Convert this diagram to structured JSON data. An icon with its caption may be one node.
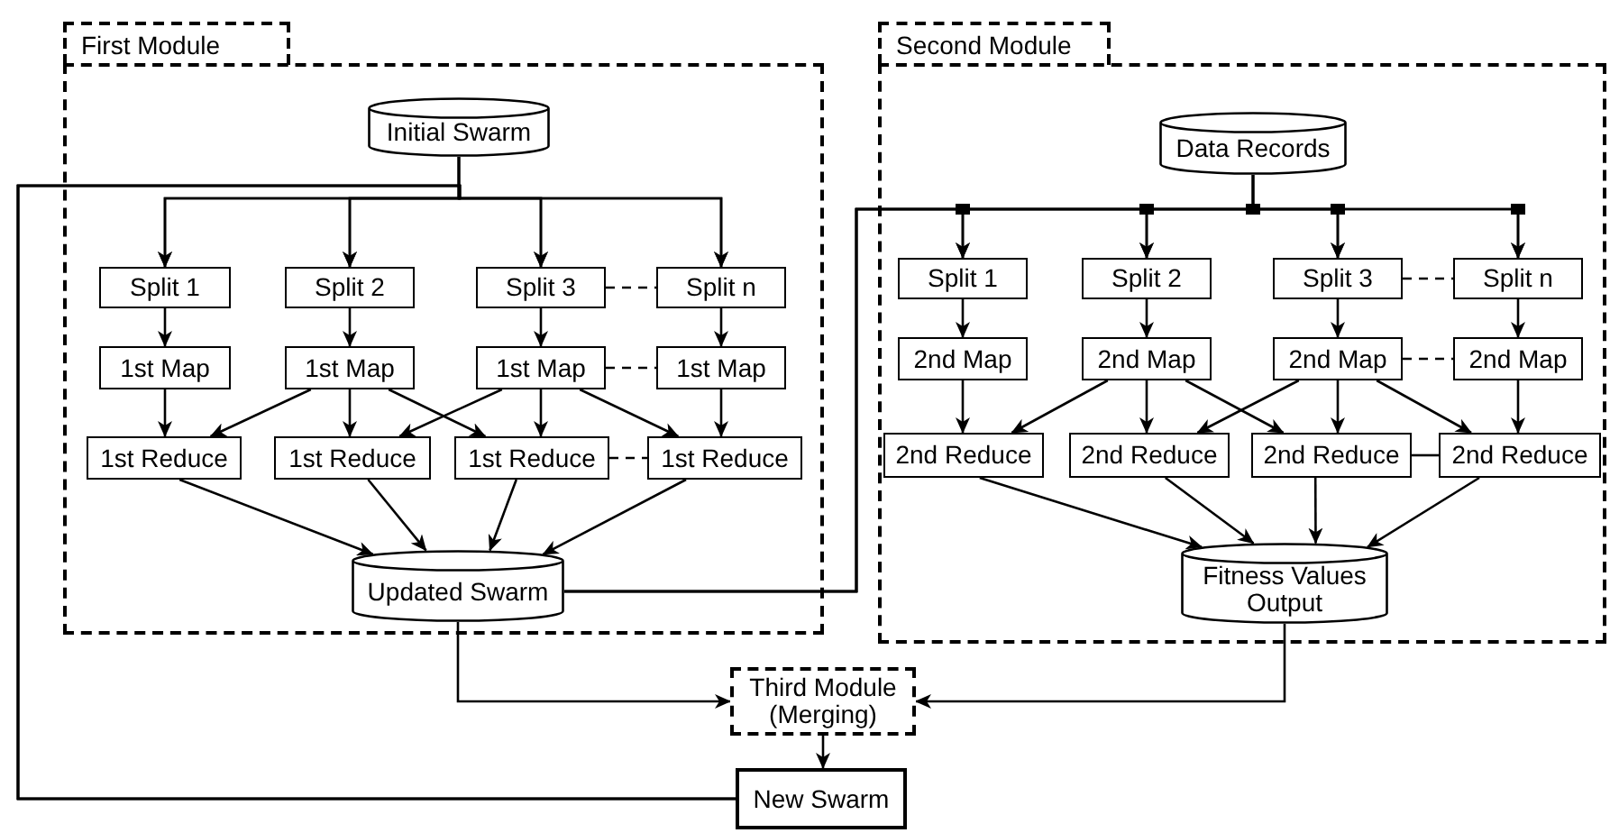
{
  "diagram": {
    "nodes": [
      {
        "text": [
          "First Module"
        ]
      },
      {
        "text": [
          "Initial Swarm"
        ],
        "in": 0
      },
      {
        "text": [
          "Split 1"
        ],
        "in": 0
      },
      {
        "text": [
          "Split 2"
        ],
        "in": 0
      },
      {
        "text": [
          "Split 3"
        ],
        "in": 0
      },
      {
        "text": [
          "Split n"
        ],
        "in": 0
      },
      {
        "text": [
          "1st Map"
        ],
        "in": 0
      },
      {
        "text": [
          "1st Map"
        ],
        "in": 0
      },
      {
        "text": [
          "1st Map"
        ],
        "in": 0
      },
      {
        "text": [
          "1st Map"
        ],
        "in": 0
      },
      {
        "text": [
          "1st Reduce"
        ],
        "in": 0
      },
      {
        "text": [
          "1st Reduce"
        ],
        "in": 0
      },
      {
        "text": [
          "1st Reduce"
        ],
        "in": 0
      },
      {
        "text": [
          "1st Reduce"
        ],
        "in": 0
      },
      {
        "text": [
          "Updated Swarm"
        ],
        "in": 0
      },
      {
        "text": [
          "Second Module"
        ]
      },
      {
        "text": [
          "Data Records"
        ],
        "in": 15
      },
      {
        "text": [
          "Split 1"
        ],
        "in": 15
      },
      {
        "text": [
          "Split 2"
        ],
        "in": 15
      },
      {
        "text": [
          "Split 3"
        ],
        "in": 15
      },
      {
        "text": [
          "Split n"
        ],
        "in": 15
      },
      {
        "text": [
          "2nd Map"
        ],
        "in": 15
      },
      {
        "text": [
          "2nd Map"
        ],
        "in": 15
      },
      {
        "text": [
          "2nd Map"
        ],
        "in": 15
      },
      {
        "text": [
          "2nd Map"
        ],
        "in": 15
      },
      {
        "text": [
          "2nd Reduce"
        ],
        "in": 15
      },
      {
        "text": [
          "2nd Reduce"
        ],
        "in": 15
      },
      {
        "text": [
          "2nd Reduce"
        ],
        "in": 15
      },
      {
        "text": [
          "2nd Reduce"
        ],
        "in": 15
      },
      {
        "text": [
          "Fitness Values Output"
        ],
        "in": 15
      },
      {
        "text": [
          "Third Module (Merging)"
        ]
      },
      {
        "text": [
          "New Swarm"
        ]
      }
    ],
    "edges": [
      {
        "from": 1,
        "to": 2,
        "arrow": "to"
      },
      {
        "from": 1,
        "to": 3,
        "arrow": "to"
      },
      {
        "from": 1,
        "to": 4,
        "arrow": "to"
      },
      {
        "from": 1,
        "to": 5,
        "arrow": "to"
      },
      {
        "from": 31,
        "to": 2,
        "arrow": "to"
      },
      {
        "from": 31,
        "to": 3,
        "arrow": "to"
      },
      {
        "from": 31,
        "to": 4,
        "arrow": "to"
      },
      {
        "from": 31,
        "to": 5,
        "arrow": "to"
      },
      {
        "from": 2,
        "to": 6,
        "arrow": "to"
      },
      {
        "from": 3,
        "to": 7,
        "arrow": "to"
      },
      {
        "from": 4,
        "to": 8,
        "arrow": "to"
      },
      {
        "from": 5,
        "to": 9,
        "arrow": "to"
      },
      {
        "from": 4,
        "to": 5,
        "arrow": "none",
        "style": "dashed"
      },
      {
        "from": 8,
        "to": 9,
        "arrow": "none",
        "style": "dashed"
      },
      {
        "from": 6,
        "to": 10,
        "arrow": "to"
      },
      {
        "from": 7,
        "to": 10,
        "arrow": "to"
      },
      {
        "from": 7,
        "to": 11,
        "arrow": "to"
      },
      {
        "from": 7,
        "to": 12,
        "arrow": "to"
      },
      {
        "from": 8,
        "to": 11,
        "arrow": "to"
      },
      {
        "from": 8,
        "to": 12,
        "arrow": "to"
      },
      {
        "from": 8,
        "to": 13,
        "arrow": "to"
      },
      {
        "from": 9,
        "to": 13,
        "arrow": "to"
      },
      {
        "from": 12,
        "to": 13,
        "arrow": "none",
        "style": "dashed"
      },
      {
        "from": 10,
        "to": 14,
        "arrow": "to"
      },
      {
        "from": 11,
        "to": 14,
        "arrow": "to"
      },
      {
        "from": 12,
        "to": 14,
        "arrow": "to"
      },
      {
        "from": 13,
        "to": 14,
        "arrow": "to"
      },
      {
        "from": 16,
        "to": 17,
        "arrow": "to"
      },
      {
        "from": 16,
        "to": 18,
        "arrow": "to"
      },
      {
        "from": 16,
        "to": 19,
        "arrow": "to"
      },
      {
        "from": 16,
        "to": 20,
        "arrow": "to"
      },
      {
        "from": 14,
        "to": 17,
        "arrow": "to"
      },
      {
        "from": 14,
        "to": 18,
        "arrow": "to"
      },
      {
        "from": 14,
        "to": 19,
        "arrow": "to"
      },
      {
        "from": 14,
        "to": 20,
        "arrow": "to"
      },
      {
        "from": 17,
        "to": 21,
        "arrow": "to"
      },
      {
        "from": 18,
        "to": 22,
        "arrow": "to"
      },
      {
        "from": 19,
        "to": 23,
        "arrow": "to"
      },
      {
        "from": 20,
        "to": 24,
        "arrow": "to"
      },
      {
        "from": 19,
        "to": 20,
        "arrow": "none",
        "style": "dashed"
      },
      {
        "from": 23,
        "to": 24,
        "arrow": "none",
        "style": "dashed"
      },
      {
        "from": 21,
        "to": 25,
        "arrow": "to"
      },
      {
        "from": 22,
        "to": 25,
        "arrow": "to"
      },
      {
        "from": 22,
        "to": 26,
        "arrow": "to"
      },
      {
        "from": 22,
        "to": 27,
        "arrow": "to"
      },
      {
        "from": 23,
        "to": 26,
        "arrow": "to"
      },
      {
        "from": 23,
        "to": 27,
        "arrow": "to"
      },
      {
        "from": 23,
        "to": 28,
        "arrow": "to"
      },
      {
        "from": 24,
        "to": 28,
        "arrow": "to"
      },
      {
        "from": 27,
        "to": 28,
        "arrow": "none"
      },
      {
        "from": 25,
        "to": 29,
        "arrow": "to"
      },
      {
        "from": 26,
        "to": 29,
        "arrow": "to"
      },
      {
        "from": 27,
        "to": 29,
        "arrow": "to"
      },
      {
        "from": 28,
        "to": 29,
        "arrow": "to"
      },
      {
        "from": 14,
        "to": 30,
        "arrow": "to"
      },
      {
        "from": 29,
        "to": 30,
        "arrow": "to"
      },
      {
        "from": 30,
        "to": 31,
        "arrow": "to"
      }
    ]
  }
}
